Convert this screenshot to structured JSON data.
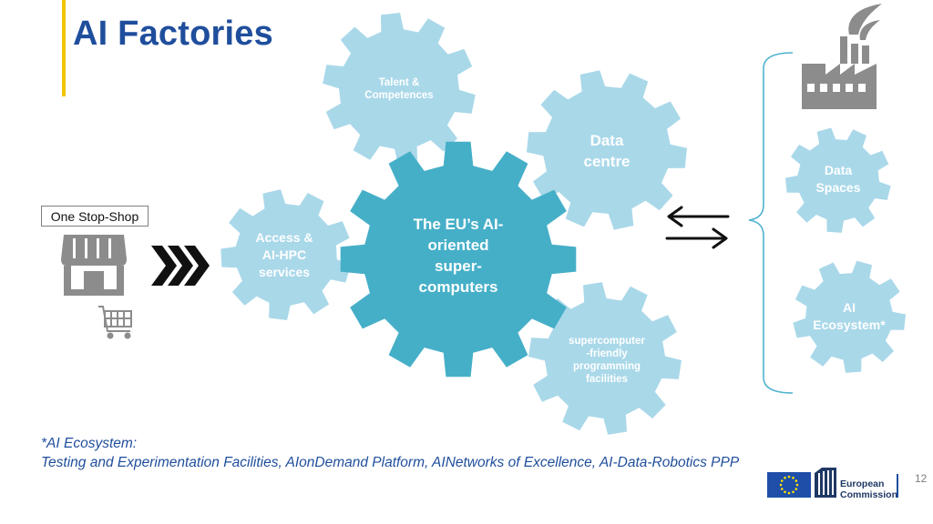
{
  "title": "AI Factories",
  "one_stop_shop": "One Stop-Shop",
  "gears": {
    "central": [
      "The EU’s AI-",
      "oriented",
      "super-",
      "computers"
    ],
    "talent": [
      "Talent &",
      "Competences"
    ],
    "data_centre": [
      "Data",
      "centre"
    ],
    "access": [
      "Access &",
      "AI-HPC",
      "services"
    ],
    "programming": [
      "supercomputer",
      "-friendly",
      "programming",
      "facilities"
    ],
    "data_spaces": [
      "Data",
      "Spaces"
    ],
    "ai_ecosystem": [
      "AI",
      "Ecosystem*"
    ]
  },
  "footnote": {
    "line1": "*AI Ecosystem:",
    "line2": "Testing and Experimentation Facilities, AIonDemand Platform, AINetworks of Excellence, AI-Data-Robotics PPP"
  },
  "page_number": "12",
  "logo": {
    "line1": "European",
    "line2": "Commission"
  },
  "colors": {
    "title": "#1f4e9c",
    "accent_bar": "#f3c400",
    "gear_light": "#a9d8e9",
    "gear_dark": "#46afc8",
    "icon_gray": "#8c8c8c"
  },
  "icons": [
    "store-icon",
    "shopping-cart-icon",
    "chevrons-right-icon",
    "exchange-arrows-icon",
    "factory-icon",
    "eu-flag-icon"
  ]
}
